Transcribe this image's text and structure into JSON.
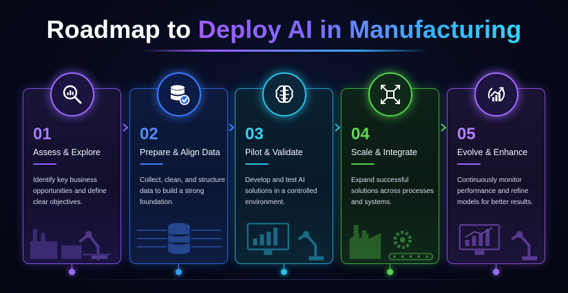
{
  "title": {
    "part1": "Roadmap to",
    "part2": "Deploy AI in Manufacturing"
  },
  "steps": [
    {
      "number": "01",
      "name": "Assess & Explore",
      "description": "Identify key business opportunities and define clear objectives.",
      "icon": "magnifier-chart-icon",
      "color": "#9a6bff"
    },
    {
      "number": "02",
      "name": "Prepare & Align Data",
      "description": "Collect, clean, and structure data to build a strong foundation.",
      "icon": "database-check-icon",
      "color": "#3a7dff"
    },
    {
      "number": "03",
      "name": "Pilot & Validate",
      "description": "Develop and test AI solutions in a controlled environment.",
      "icon": "brain-circuit-icon",
      "color": "#28c2e6"
    },
    {
      "number": "04",
      "name": "Scale & Integrate",
      "description": "Expand successful solutions across processes and systems.",
      "icon": "scale-expand-icon",
      "color": "#55d24c"
    },
    {
      "number": "05",
      "name": "Evolve & Enhance",
      "description": "Continuously monitor performance and refine models for better results.",
      "icon": "growth-chart-icon",
      "color": "#a26cff"
    }
  ]
}
